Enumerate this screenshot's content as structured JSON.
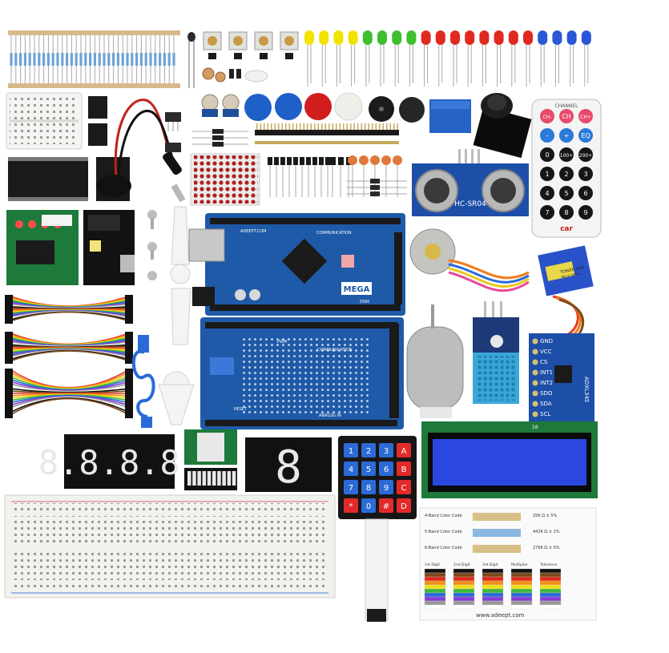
{
  "colors": {
    "board_blue": "#1f5aa8",
    "board_dark": "#163f7a",
    "header_black": "#1a1a1a",
    "led_yellow": "#f2e200",
    "led_green": "#3fbf2f",
    "led_red": "#e12a1f",
    "led_blue": "#2a56d8",
    "breadboard": "#f1f1ee",
    "lcd_blue": "#2a48e0",
    "pcb_green": "#1c7a3a",
    "keypad_blue": "#2c6ad6",
    "keypad_red": "#e22a2a"
  },
  "mega_board": {
    "model": "MEGA",
    "brand": "ADEEPT.COM",
    "model_code": "2560",
    "label": "COMMUNICATION"
  },
  "shield_board": {
    "labels": {
      "communication": "COMMUNICATION",
      "pwm": "PWM",
      "analog_in": "ANALOG IN",
      "reset": "RESET"
    }
  },
  "ultrasonic": {
    "model": "HC-SR04"
  },
  "remote": {
    "header": "CHANNEL",
    "row1": [
      "CH-",
      "CH",
      "CH+"
    ],
    "row2": [
      "-",
      "+",
      "EQ"
    ],
    "row3": [
      "0",
      "100+",
      "200+"
    ],
    "row4": [
      "1",
      "2",
      "3"
    ],
    "row5": [
      "4",
      "5",
      "6"
    ],
    "row6": [
      "7",
      "8",
      "9"
    ],
    "logo": "car"
  },
  "servo": {
    "brand": "TOWER PRO",
    "model": "Micro Servo"
  },
  "accelerometer": {
    "pins": [
      "GND",
      "VCC",
      "CS",
      "INT1",
      "INT2",
      "SDO",
      "SDA",
      "SCL"
    ],
    "model": "ADXL345"
  },
  "keypad": {
    "keys": [
      "1",
      "2",
      "3",
      "A",
      "4",
      "5",
      "6",
      "B",
      "7",
      "8",
      "9",
      "C",
      "*",
      "0",
      "#",
      "D"
    ]
  },
  "seven_segment_4": {
    "digits": "8.8.8.8."
  },
  "seven_segment_1": {
    "digit": "8"
  },
  "resistor_card": {
    "row_4band": "4-Band Color Code",
    "row_5band": "5-Band Color Code",
    "row_6band": "6-Band Color Code",
    "val_4band": "25K Ω ± 5%",
    "val_5band": "442K Ω ± 1%",
    "val_6band": "276K Ω ± 5%",
    "col_headers": [
      "1st Digit",
      "2nd Digit",
      "3rd Digit",
      "Multiplier",
      "Tolerance"
    ],
    "website": "www.adeept.com"
  },
  "lcd": {
    "pin_label": "16"
  }
}
